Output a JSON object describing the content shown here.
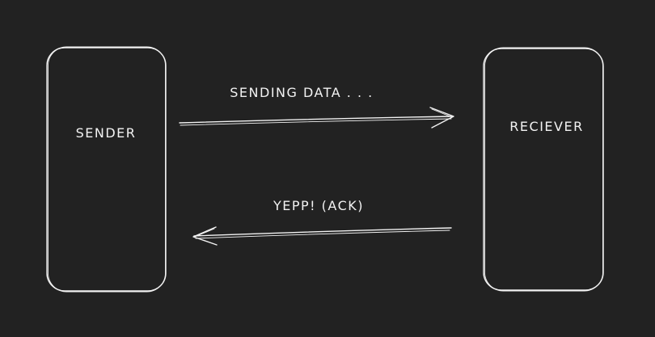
{
  "colors": {
    "background": "#222222",
    "stroke": "#f2f2f2"
  },
  "nodes": {
    "sender": {
      "label": "SENDER"
    },
    "receiver": {
      "label": "RECIEVER"
    }
  },
  "edges": {
    "data": {
      "label": "SENDING DATA . . .",
      "direction": "sender-to-receiver"
    },
    "ack": {
      "label": "YEPP! (ACK)",
      "direction": "receiver-to-sender"
    }
  }
}
